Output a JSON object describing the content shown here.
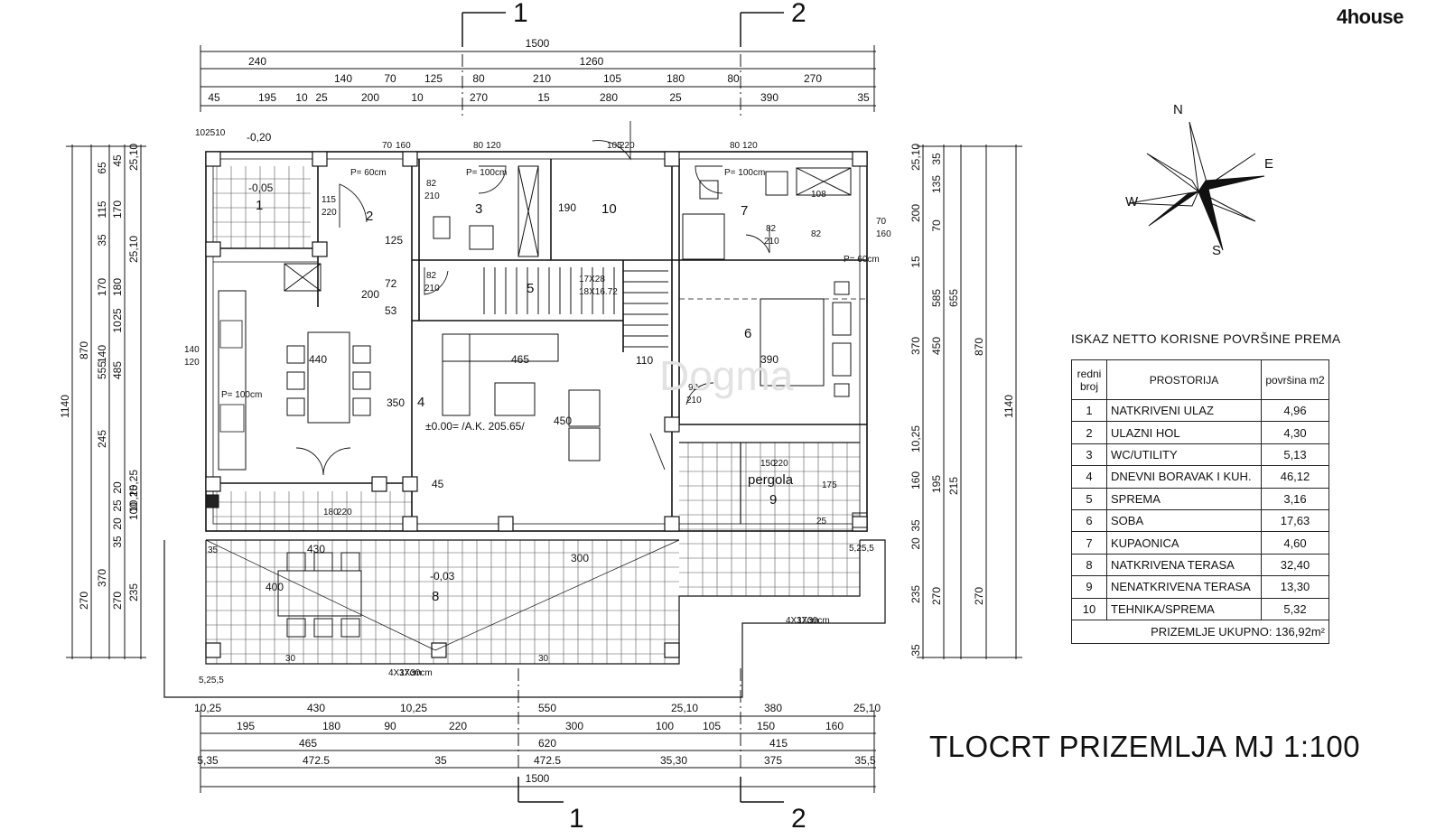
{
  "brand": "4house",
  "title": "TLOCRT PRIZEMLJA MJ 1:100",
  "section_marks": {
    "one": "1",
    "two": "2"
  },
  "table": {
    "heading": "ISKAZ NETTO KORISNE POVRŠINE PREMA",
    "col_no": "redni broj",
    "col_room": "PROSTORIJA",
    "col_area": "površina m2",
    "rows": [
      {
        "no": "1",
        "name": "NATKRIVENI ULAZ",
        "area": "4,96"
      },
      {
        "no": "2",
        "name": "ULAZNI HOL",
        "area": "4,30"
      },
      {
        "no": "3",
        "name": "WC/UTILITY",
        "area": "5,13"
      },
      {
        "no": "4",
        "name": "DNEVNI BORAVAK I KUH.",
        "area": "46,12"
      },
      {
        "no": "5",
        "name": "SPREMA",
        "area": "3,16"
      },
      {
        "no": "6",
        "name": "SOBA",
        "area": "17,63"
      },
      {
        "no": "7",
        "name": "KUPAONICA",
        "area": "4,60"
      },
      {
        "no": "8",
        "name": "NATKRIVENA TERASA",
        "area": "32,40"
      },
      {
        "no": "9",
        "name": "NENATKRIVENA TERASA",
        "area": "13,30"
      },
      {
        "no": "10",
        "name": "TEHNIKA/SPREMA",
        "area": "5,32"
      }
    ],
    "total": "PRIZEMLJE UKUPNO: 136,92m²"
  },
  "compass": {
    "n": "N",
    "e": "E",
    "s": "S",
    "w": "W"
  },
  "rooms": {
    "r1": "1",
    "r2": "2",
    "r3": "3",
    "r4": "4",
    "r5": "5",
    "r6": "6",
    "r7": "7",
    "r8": "8",
    "r9": "9",
    "r10": "10",
    "pergola": "pergola"
  },
  "levels": {
    "entry": "-0,20",
    "porch": "-0,05",
    "terrace": "-0,03",
    "datum": "±0.00= /A.K. 205.65/"
  },
  "stairs": {
    "a": "17X28",
    "b": "18X16.72"
  },
  "inner_dims": {
    "d115": "115",
    "d220a": "220",
    "d82a": "82",
    "d210a": "210",
    "d82b": "82",
    "d210b": "210",
    "d190": "190",
    "d125": "125",
    "d200": "200",
    "d72": "72",
    "d53": "53",
    "d440": "440",
    "d465": "465",
    "d350": "350",
    "d450": "450",
    "d110": "110",
    "d390": "390",
    "d92": "92",
    "d210c": "210",
    "d82c": "82",
    "d210d": "210",
    "d82d": "82",
    "d108": "108",
    "d180": "180",
    "d220b": "220",
    "d430": "430",
    "d400": "400",
    "d45": "45",
    "d300": "300",
    "d150": "150",
    "d220c": "220",
    "d175": "175",
    "d25": "25",
    "d140": "140",
    "d120": "120",
    "p60a": "P= 60cm",
    "p100a": "P= 100cm",
    "p100b": "P= 100cm",
    "p60b": "P= 60cm",
    "p100c": "P= 100cm",
    "st1": "4X17cm",
    "st2": "3X30cm",
    "st3": "4X17cm",
    "st4": "3X30cm",
    "w70a": "70",
    "w160a": "160",
    "w80a": "80",
    "w120a": "120",
    "w105": "105",
    "w220": "220",
    "w80b": "80",
    "w120b": "120",
    "w70b": "70",
    "w160b": "160"
  },
  "top_dims": {
    "r1": [
      "1500"
    ],
    "r2": [
      "240",
      "1260"
    ],
    "r3": [
      "140",
      "70",
      "125",
      "80",
      "210",
      "105",
      "180",
      "80",
      "270"
    ],
    "r4": [
      "45",
      "195",
      "10",
      "25",
      "200",
      "10",
      "270",
      "15",
      "280",
      "25",
      "390",
      "35"
    ]
  },
  "bottom_dims": {
    "r1": [
      "10,25",
      "430",
      "10,25",
      "550",
      "25,10",
      "380",
      "25,10"
    ],
    "r2": [
      "195",
      "180",
      "90",
      "220",
      "300",
      "100",
      "105",
      "150",
      "160"
    ],
    "r3": [
      "465",
      "620",
      "415"
    ],
    "r4": [
      "5,35",
      "472.5",
      "35",
      "472.5",
      "35,30",
      "375",
      "35,5"
    ],
    "r5": [
      "1500"
    ]
  },
  "left_dims": {
    "outer": [
      "1140"
    ],
    "c2": [
      "870",
      "270"
    ],
    "c3": [
      "65",
      "115",
      "35",
      "170",
      "140",
      "555",
      "245",
      "370"
    ],
    "c4": [
      "45",
      "170",
      "180",
      "25",
      "10",
      "485",
      "20",
      "25",
      "20",
      "35",
      "270"
    ],
    "c5": [
      "25,10",
      "25,10",
      "10,25",
      "100",
      "10,25",
      "235"
    ]
  },
  "right_dims": {
    "c1": [
      "25,10",
      "200",
      "15",
      "370",
      "10,25",
      "160",
      "20",
      "35",
      "235",
      "35"
    ],
    "c2": [
      "35",
      "135",
      "70",
      "585",
      "450",
      "195",
      "270"
    ],
    "c3": [
      "655",
      "215"
    ],
    "c4": [
      "870",
      "270"
    ],
    "outer": [
      "1140"
    ]
  },
  "small_dims": {
    "a": "102510",
    "b": "102510",
    "c": "5,25,5",
    "d": "5,25,5",
    "e": "5,25,5",
    "f": "5,25,5",
    "g": "30",
    "h": "30",
    "i": "30",
    "j": "35",
    "k": "35,25,20",
    "l": "25"
  },
  "watermark": "Dogma"
}
